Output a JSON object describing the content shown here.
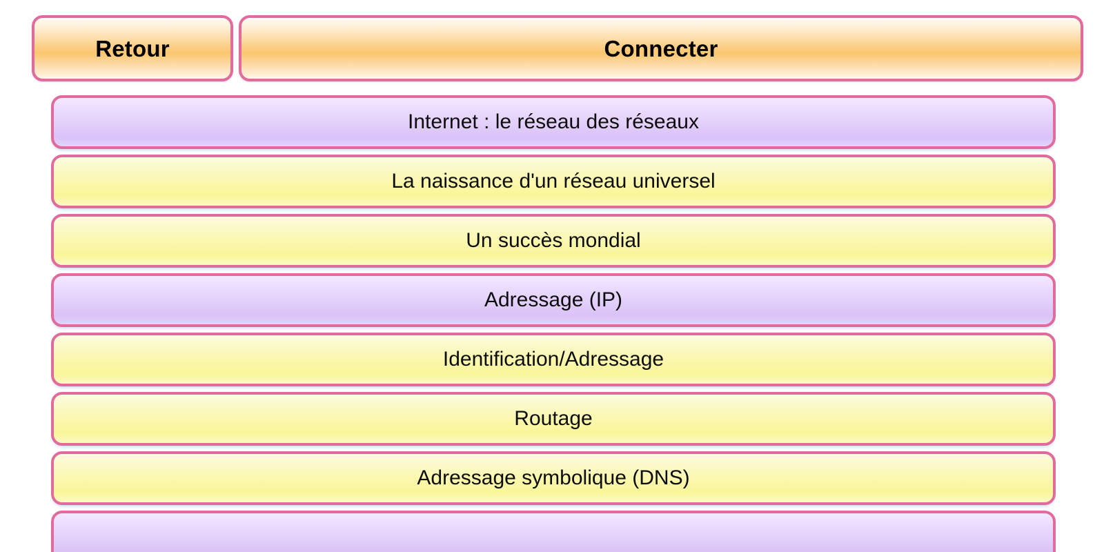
{
  "topbar": {
    "back_label": "Retour",
    "title_label": "Connecter"
  },
  "theme": {
    "border_color": "#e06b9c",
    "button_accent": "#fbc76f",
    "row_purple": "#ddc8f8",
    "row_yellow": "#faf5a0",
    "text_color": "#0d0d0d",
    "background": "#ffffff"
  },
  "list": {
    "items": [
      {
        "label": "Internet : le réseau des réseaux",
        "color": "purple",
        "partial": false
      },
      {
        "label": "La naissance d'un réseau universel",
        "color": "yellow",
        "partial": false
      },
      {
        "label": "Un succès mondial",
        "color": "yellow",
        "partial": false
      },
      {
        "label": "Adressage (IP)",
        "color": "purple",
        "partial": false
      },
      {
        "label": "Identification/Adressage",
        "color": "yellow",
        "partial": false
      },
      {
        "label": "Routage",
        "color": "yellow",
        "partial": false
      },
      {
        "label": "Adressage symbolique (DNS)",
        "color": "yellow",
        "partial": false
      },
      {
        "label": "",
        "color": "purple",
        "partial": true
      }
    ]
  }
}
